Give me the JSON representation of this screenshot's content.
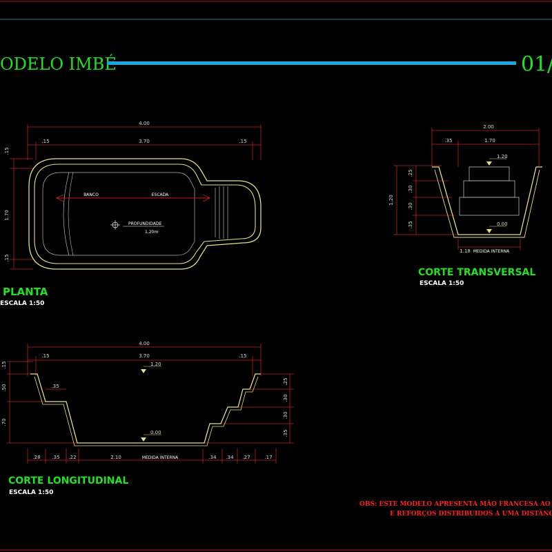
{
  "header": {
    "title": "ODELO IMBÉ",
    "sheet": "01/"
  },
  "planta": {
    "title": "PLANTA",
    "scale": "ESCALA 1:50",
    "dim_total": "4.00",
    "dim_left": ".15",
    "dim_mid": "3.70",
    "dim_right": ".15",
    "dim_v_top": ".15",
    "dim_v_mid": "1.70",
    "dim_v_bot": ".15",
    "banco": "BANCO",
    "escada": "ESCADA",
    "profundidade": "PROFUNDIDADE",
    "depth": "1,20m"
  },
  "transversal": {
    "title": "CORTE TRANSVERSAL",
    "scale": "ESCALA 1:50",
    "dim_total": "2.00",
    "dim_left": ".35",
    "dim_mid": "1.70",
    "level_top": "1.20",
    "level_bottom": "0.00",
    "dim_v_total": "1.20",
    "dim_v_a": ".25",
    "dim_v_b": ".30",
    "dim_v_c": ".30",
    "dim_v_d": ".35",
    "bottom_value": "1.18",
    "bottom_label": "MEDIDA INTERNA"
  },
  "longitudinal": {
    "title": "CORTE LONGITUDINAL",
    "scale": "ESCALA 1:50",
    "dim_total": "4.00",
    "dim_left": ".15",
    "dim_mid": "3.70",
    "dim_right": ".15",
    "level_top": "1.20",
    "level_bottom": "0.00",
    "bench": ".35",
    "dim_v_left_a": ".15",
    "dim_v_left_b": ".50",
    "dim_v_left_c": ".70",
    "dim_v_right_a": ".25",
    "dim_v_right_b": ".30",
    "dim_v_right_c": ".30",
    "dim_v_right_d": ".35",
    "bottom_dims": [
      ".28",
      ".35",
      ".22",
      "2.10",
      ".34",
      ".34",
      ".27",
      ".17"
    ],
    "bottom_label": "MEDIDA INTERNA"
  },
  "obs": {
    "line1": "OBS: ESTE MODELO APRESENTA MÃO FRANCESA AO LO",
    "line2": "E REFORÇOS DISTRIBUIDOS A UMA DISTÂNCI"
  },
  "colors": {
    "background": "#000000",
    "title_green": "#22e022",
    "header_bar": "#19a7e0",
    "pool_outline": "#e8e080",
    "dimension_red": "#c02020",
    "obs_red": "#ff2020"
  }
}
